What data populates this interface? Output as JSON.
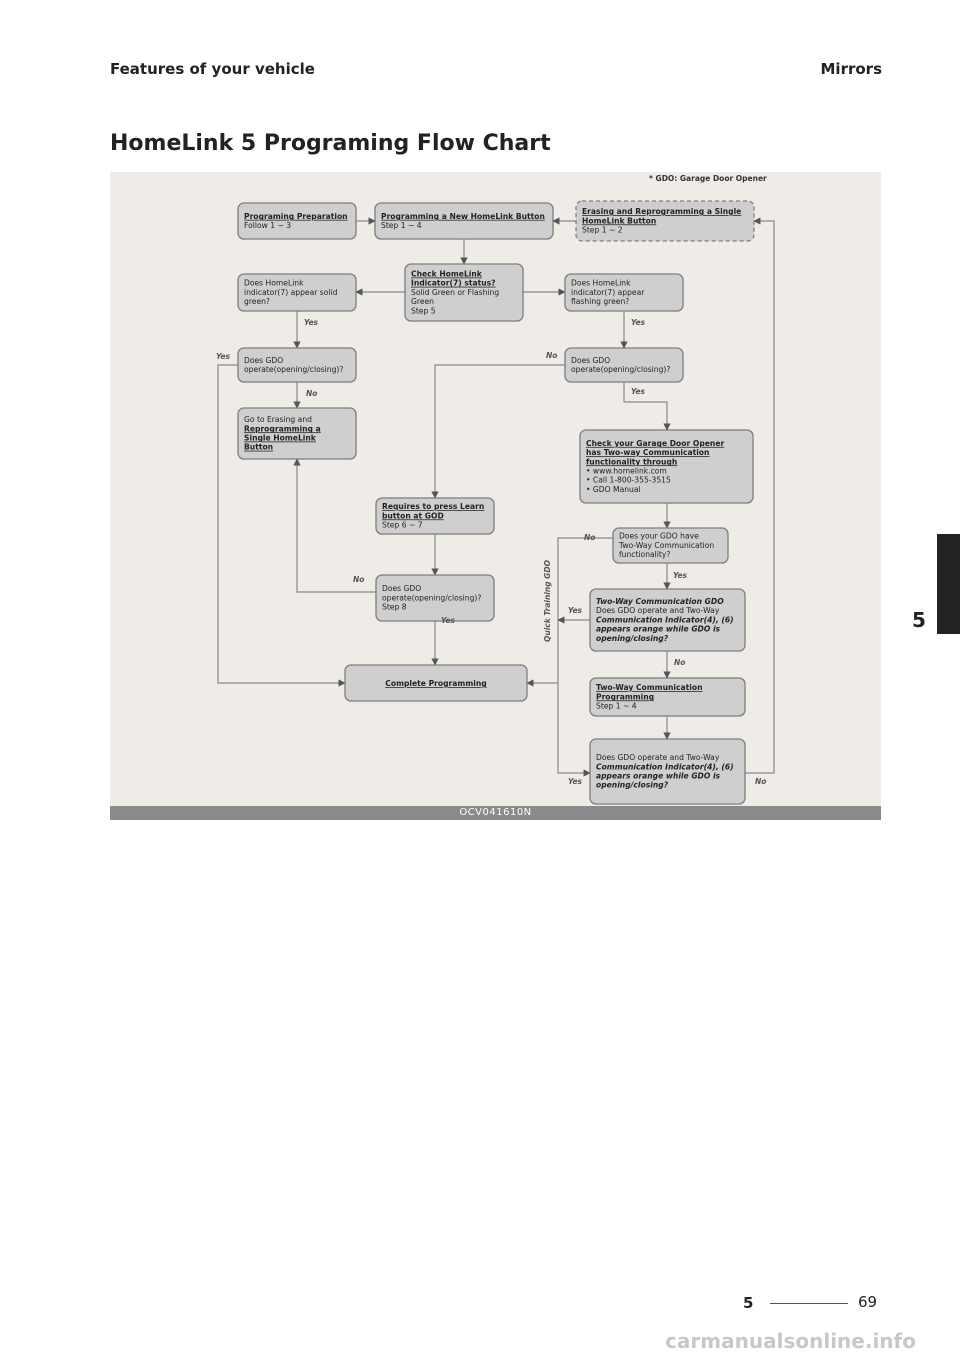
{
  "header": {
    "section": "Features of your vehicle",
    "topic": "Mirrors"
  },
  "page_title": "HomeLink 5 Programing Flow Chart",
  "chapter_tab": "5",
  "figure": {
    "caption": "OCV041610N",
    "note": "* GDO: Garage Door Opener",
    "nodes": [
      {
        "id": "prep",
        "lines": [
          {
            "t": "Programing Preparation",
            "b": true,
            "u": true
          },
          {
            "t": "Follow 1 ~ 3"
          }
        ]
      },
      {
        "id": "new",
        "lines": [
          {
            "t": "Programming a New HomeLink Button",
            "b": true,
            "u": true
          },
          {
            "t": "Step 1 ~ 4"
          }
        ]
      },
      {
        "id": "erase",
        "lines": [
          {
            "t": "Erasing and Reprogramming a Single",
            "b": true,
            "u": true
          },
          {
            "t": "HomeLink Button",
            "b": true,
            "u": true
          },
          {
            "t": "Step 1 ~ 2"
          }
        ]
      },
      {
        "id": "solid",
        "lines": [
          {
            "t": "Does HomeLink"
          },
          {
            "t": "indicator(7) appear solid"
          },
          {
            "t": "green?"
          }
        ]
      },
      {
        "id": "check",
        "lines": [
          {
            "t": "Check HomeLink",
            "b": true,
            "u": true
          },
          {
            "t": "Indicator(7) status?",
            "b": true,
            "u": true
          },
          {
            "t": "Solid Green or Flashing"
          },
          {
            "t": "Green"
          },
          {
            "t": "Step 5"
          }
        ]
      },
      {
        "id": "flash",
        "lines": [
          {
            "t": "Does HomeLink"
          },
          {
            "t": "indicator(7) appear"
          },
          {
            "t": "flashing green?"
          }
        ]
      },
      {
        "id": "op1",
        "lines": [
          {
            "t": "Does GDO"
          },
          {
            "t": "operate(opening/closing)?"
          }
        ]
      },
      {
        "id": "op2",
        "lines": [
          {
            "t": "Does GDO"
          },
          {
            "t": "operate(opening/closing)?"
          }
        ]
      },
      {
        "id": "goto",
        "lines": [
          {
            "t": "Go to Erasing and"
          },
          {
            "t": "Reprogramming a",
            "b": true,
            "u": true
          },
          {
            "t": "Single HomeLink",
            "b": true,
            "u": true
          },
          {
            "t": "Button",
            "b": true,
            "u": true
          }
        ]
      },
      {
        "id": "checkgdo",
        "lines": [
          {
            "t": "Check your Garage Door Opener",
            "b": true,
            "u": true
          },
          {
            "t": "has Two-way Communication",
            "b": true,
            "u": true
          },
          {
            "t": "functionality through",
            "b": true,
            "u": true
          },
          {
            "t": "• www.homelink.com"
          },
          {
            "t": "• Call 1-800-355-3515"
          },
          {
            "t": "• GDO Manual"
          }
        ]
      },
      {
        "id": "learn",
        "lines": [
          {
            "t": "Requires to press Learn",
            "b": true,
            "u": true
          },
          {
            "t": "button at GOD",
            "b": true,
            "u": true
          },
          {
            "t": "Step 6 ~ 7"
          }
        ]
      },
      {
        "id": "twoway",
        "lines": [
          {
            "t": "Does your GDO have"
          },
          {
            "t": "Two-Way Communication"
          },
          {
            "t": "functionality?"
          }
        ]
      },
      {
        "id": "op3",
        "lines": [
          {
            "t": "Does GDO"
          },
          {
            "t": "operate(opening/closing)?"
          },
          {
            "t": "Step 8"
          }
        ]
      },
      {
        "id": "twoway-gdo",
        "lines": [
          {
            "t": "Two-Way Communication GDO",
            "b": true,
            "i": true
          },
          {
            "t": "Does GDO operate and Two-Way"
          },
          {
            "t": "Communication Indicator(4), (6)",
            "b": true,
            "i": true
          },
          {
            "t": "appears orange while GDO is",
            "b": true,
            "i": true
          },
          {
            "t": "opening/closing?",
            "b": true,
            "i": true
          }
        ]
      },
      {
        "id": "complete",
        "lines": [
          {
            "t": "Complete Programming",
            "b": true,
            "u": true
          }
        ]
      },
      {
        "id": "twoway-prog",
        "lines": [
          {
            "t": "Two-Way Communication",
            "b": true,
            "u": true
          },
          {
            "t": "Programming",
            "b": true,
            "u": true
          },
          {
            "t": "Step 1 ~ 4"
          }
        ]
      },
      {
        "id": "final",
        "lines": [
          {
            "t": "Does GDO operate and Two-Way"
          },
          {
            "t": "Communication Indicator(4), (6)",
            "b": true,
            "i": true
          },
          {
            "t": "appears orange while GDO is",
            "b": true,
            "i": true
          },
          {
            "t": "opening/closing?",
            "b": true,
            "i": true
          }
        ]
      }
    ],
    "edge_labels": [
      {
        "id": "yes-solid",
        "t": "Yes"
      },
      {
        "id": "yes-flash",
        "t": "Yes"
      },
      {
        "id": "yes-op1",
        "t": "Yes"
      },
      {
        "id": "no-op1",
        "t": "No"
      },
      {
        "id": "no-op2",
        "t": "No"
      },
      {
        "id": "yes-op2",
        "t": "Yes"
      },
      {
        "id": "no-twoway",
        "t": "No"
      },
      {
        "id": "yes-twoway",
        "t": "Yes"
      },
      {
        "id": "no-op3",
        "t": "No"
      },
      {
        "id": "yes-op3",
        "t": "Yes"
      },
      {
        "id": "yes-twoway-gdo",
        "t": "Yes"
      },
      {
        "id": "no-twoway-gdo",
        "t": "No"
      },
      {
        "id": "yes-final",
        "t": "Yes"
      },
      {
        "id": "no-final",
        "t": "No"
      },
      {
        "id": "quick",
        "t": "Quick Training GDO"
      }
    ]
  },
  "footer": {
    "chapter": "5",
    "page": "69",
    "watermark": "carmanualsonline.info"
  }
}
